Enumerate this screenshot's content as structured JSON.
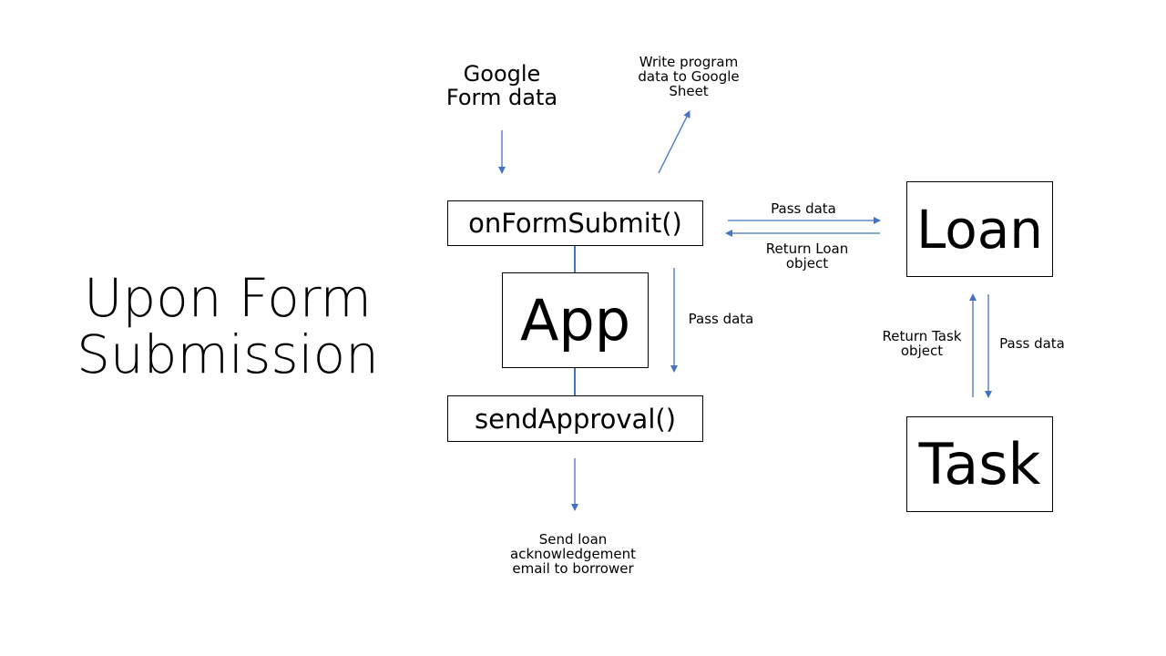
{
  "title": {
    "line1": "Upon Form",
    "line2": "Submission"
  },
  "boxes": {
    "on_form_submit": "onFormSubmit()",
    "app": "App",
    "send_approval": "sendApproval()",
    "loan": "Loan",
    "task": "Task"
  },
  "labels": {
    "google_form_data": {
      "line1": "Google",
      "line2": "Form data"
    },
    "write_program_data": {
      "line1": "Write program",
      "line2": "data to Google",
      "line3": "Sheet"
    },
    "pass_data_to_loan": "Pass data",
    "return_loan_object": {
      "line1": "Return Loan",
      "line2": "object"
    },
    "pass_data_down": "Pass data",
    "return_task_object": {
      "line1": "Return Task",
      "line2": "object"
    },
    "pass_data_to_task": "Pass data",
    "send_loan_ack": {
      "line1": "Send loan",
      "line2": "acknowledgement",
      "line3": "email to borrower"
    }
  },
  "colors": {
    "arrow": "#4472c4",
    "connector": "#4472c4",
    "box_border": "#000000"
  }
}
